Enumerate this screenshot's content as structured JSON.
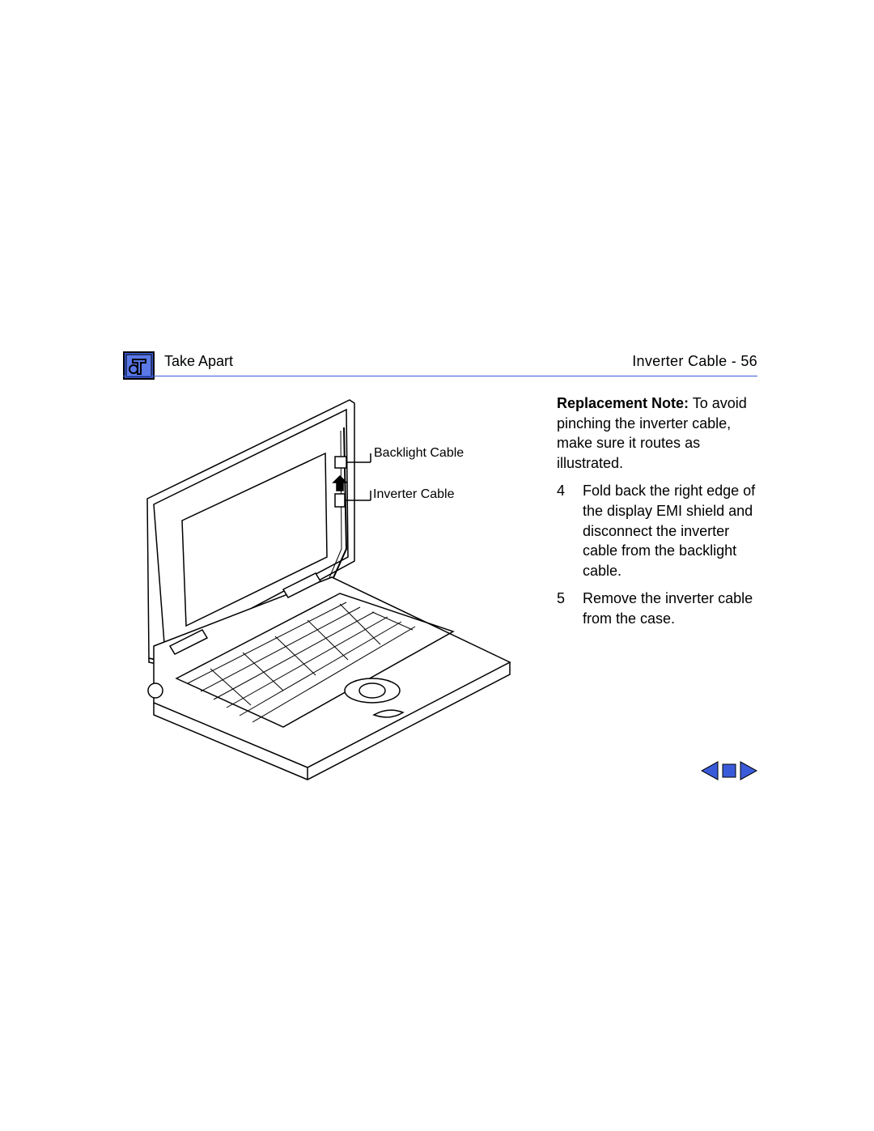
{
  "header": {
    "section_title": "Take Apart",
    "page_title": "Inverter Cable - 56",
    "accent_color": "#3a5bd9",
    "icon": "wrench-tools-icon"
  },
  "illustration": {
    "callouts": {
      "backlight": "Backlight Cable",
      "inverter": "Inverter Cable"
    }
  },
  "content": {
    "note_label": "Replacement Note:",
    "note_text": " To avoid pinching the inverter cable, make sure it routes as illustrated.",
    "steps": [
      {
        "num": "4",
        "text": "Fold back the right edge of the display EMI shield and disconnect the inverter cable from the backlight cable."
      },
      {
        "num": "5",
        "text": "Remove the inverter cable from the case."
      }
    ]
  },
  "nav": {
    "prev_icon": "previous-page-icon",
    "stop_icon": "contents-icon",
    "next_icon": "next-page-icon"
  }
}
